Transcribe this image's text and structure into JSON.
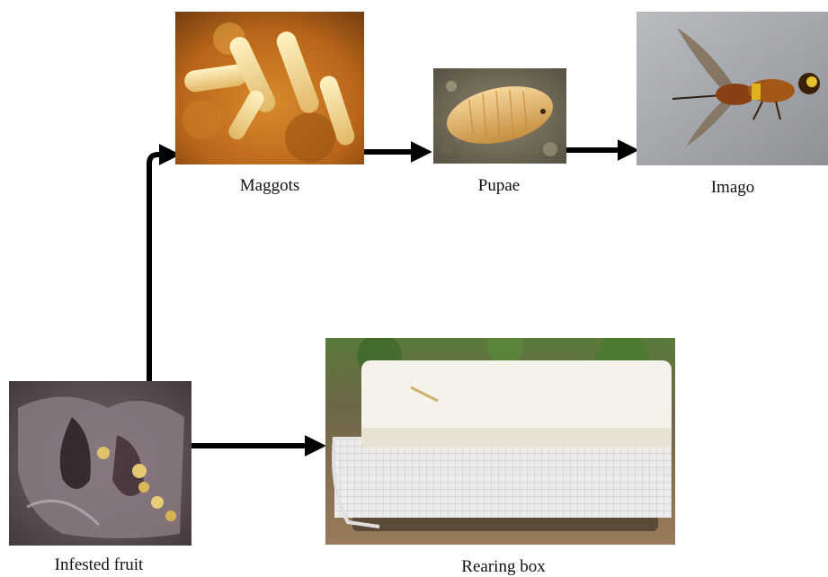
{
  "stages": {
    "maggots": {
      "label": "Maggots",
      "image": "maggots-photo"
    },
    "pupae": {
      "label": "Pupae",
      "image": "pupa-photo"
    },
    "imago": {
      "label": "Imago",
      "image": "adult-fly-photo"
    },
    "infested_fruit": {
      "label": "Infested fruit",
      "image": "infested-fruit-photo"
    },
    "rearing_box": {
      "label": "Rearing box",
      "image": "rearing-box-photo"
    }
  },
  "flow": [
    {
      "from": "infested_fruit",
      "to": "maggots"
    },
    {
      "from": "maggots",
      "to": "pupae"
    },
    {
      "from": "pupae",
      "to": "imago"
    },
    {
      "from": "infested_fruit",
      "to": "rearing_box"
    }
  ],
  "colors": {
    "arrow": "#000000",
    "caption": "#111111",
    "background": "#ffffff"
  }
}
